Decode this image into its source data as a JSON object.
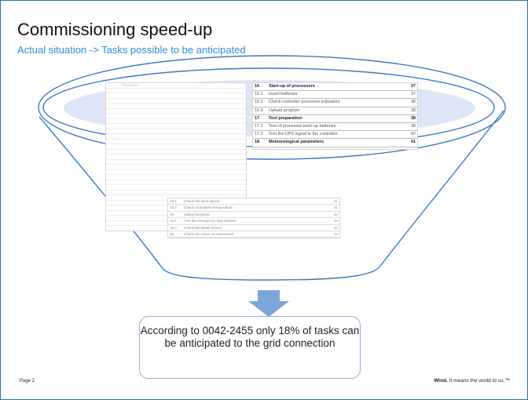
{
  "slide": {
    "title": "Commissioning speed-up",
    "subtitle": "Actual situation -> Tasks possible to be anticipated",
    "callout": "According to 0042-2455  only  18% of tasks can be anticipated  to the grid connection",
    "page_label": "Page 2",
    "brand_bold": "Wind.",
    "brand_text": " It means the world to us.™"
  },
  "documents": {
    "left_rows": [
      {
        "num": "",
        "text": "Preparation",
        "page": "",
        "bold": true
      },
      {
        "num": "",
        "text": "",
        "page": ""
      },
      {
        "num": "",
        "text": "",
        "page": ""
      },
      {
        "num": "",
        "text": "",
        "page": ""
      },
      {
        "num": "",
        "text": "",
        "page": ""
      },
      {
        "num": "",
        "text": "",
        "page": ""
      },
      {
        "num": "",
        "text": "",
        "page": ""
      },
      {
        "num": "",
        "text": "",
        "page": ""
      },
      {
        "num": "",
        "text": "",
        "page": ""
      },
      {
        "num": "",
        "text": "",
        "page": ""
      },
      {
        "num": "",
        "text": "",
        "page": ""
      },
      {
        "num": "",
        "text": "",
        "page": ""
      },
      {
        "num": "",
        "text": "",
        "page": ""
      },
      {
        "num": "",
        "text": "",
        "page": ""
      },
      {
        "num": "",
        "text": "",
        "page": ""
      },
      {
        "num": "",
        "text": "",
        "page": ""
      },
      {
        "num": "",
        "text": "",
        "page": ""
      },
      {
        "num": "",
        "text": "",
        "page": ""
      },
      {
        "num": "",
        "text": "",
        "page": ""
      },
      {
        "num": "",
        "text": "",
        "page": ""
      },
      {
        "num": "",
        "text": "",
        "page": ""
      },
      {
        "num": "",
        "text": "",
        "page": ""
      },
      {
        "num": "",
        "text": "",
        "page": ""
      },
      {
        "num": "",
        "text": "",
        "page": ""
      },
      {
        "num": "",
        "text": "",
        "page": ""
      },
      {
        "num": "",
        "text": "",
        "page": ""
      },
      {
        "num": "",
        "text": "",
        "page": ""
      },
      {
        "num": "",
        "text": "",
        "page": ""
      },
      {
        "num": "",
        "text": "",
        "page": ""
      },
      {
        "num": "",
        "text": "",
        "page": ""
      },
      {
        "num": "",
        "text": "",
        "page": ""
      },
      {
        "num": "",
        "text": "",
        "page": ""
      },
      {
        "num": "",
        "text": "",
        "page": ""
      },
      {
        "num": "",
        "text": "",
        "page": ""
      }
    ],
    "right_rows": [
      {
        "num": "16",
        "text": "Start-up of processors",
        "page": "37",
        "bold": true
      },
      {
        "num": "16.1",
        "text": "Insert batteries",
        "page": "37"
      },
      {
        "num": "16.2",
        "text": "Check controller processor indicators",
        "page": "38"
      },
      {
        "num": "16.3",
        "text": "Upload program",
        "page": "38"
      },
      {
        "num": "17",
        "text": "Test preparation",
        "page": "38",
        "bold": true
      },
      {
        "num": "17.1",
        "text": "Test of processor back-up batteries",
        "page": "38"
      },
      {
        "num": "17.2",
        "text": "Test the UPS signal to the controller",
        "page": "40"
      },
      {
        "num": "18",
        "text": "Meteorological parameters",
        "page": "41",
        "bold": true
      }
    ],
    "bottom_rows": [
      {
        "num": "18.1",
        "text": "Check the wind speed",
        "page": "41"
      },
      {
        "num": "18.2",
        "text": "Check of ambient temperature",
        "page": "41"
      },
      {
        "num": "19",
        "text": "Safety functions",
        "page": "42"
      },
      {
        "num": "19.1",
        "text": "Test the emergency stop buttons",
        "page": "42"
      },
      {
        "num": "19.2",
        "text": "Check the brush sensor",
        "page": "42"
      },
      {
        "num": "20",
        "text": "Check the tower accelerometer",
        "page": "43"
      }
    ]
  },
  "colors": {
    "accent": "#2d6fb7",
    "subtitle": "#2d8fd5",
    "funnel_stroke": "#3b7cc4",
    "ellipse_fill": "#dde6f6",
    "arrow": "#7aa6d9"
  }
}
